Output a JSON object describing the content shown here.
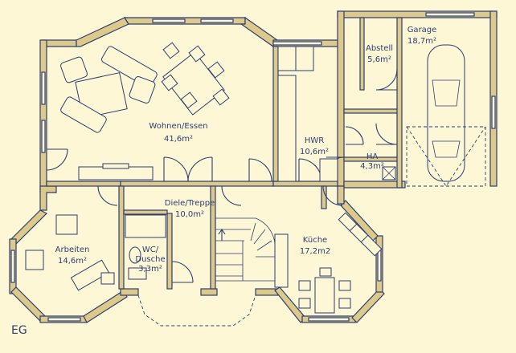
{
  "floor_label": "EG",
  "rooms": {
    "wohnen_essen": {
      "name": "Wohnen/Essen",
      "area": "41,6m²"
    },
    "hwr": {
      "name": "HWR",
      "area": "10,6m²"
    },
    "abstell": {
      "name": "Abstell",
      "area": "5,6m²"
    },
    "garage": {
      "name": "Garage",
      "area": "18,7m²"
    },
    "ha": {
      "name": "HA",
      "area": "4,3m²"
    },
    "diele": {
      "name": "Diele/Treppe",
      "area": "10,0m²"
    },
    "arbeiten": {
      "name": "Arbeiten",
      "area": "14,6m²"
    },
    "wc": {
      "name": "WC/",
      "name2": "Dusche",
      "area": "3,3m²"
    },
    "kueche": {
      "name": "Küche",
      "area": "17,2m2"
    }
  },
  "colors": {
    "background": "#fdf7d5",
    "wall": "#ddc989",
    "line": "#2c3e73"
  }
}
